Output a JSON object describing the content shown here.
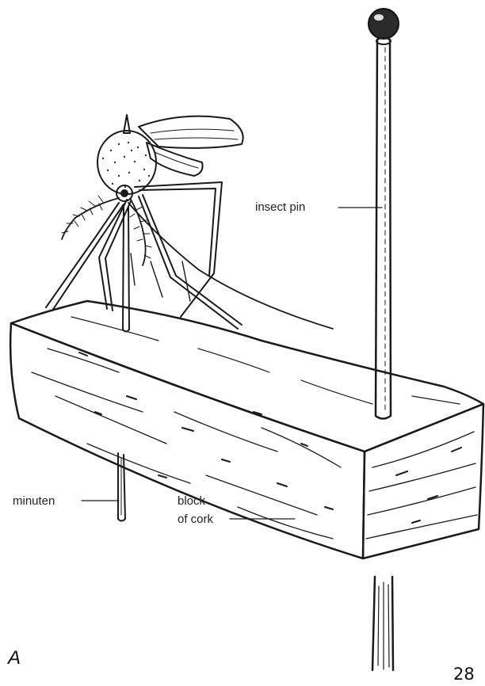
{
  "labels": {
    "insect_pin": "insect pin",
    "minuten": "minuten",
    "block_line1": "block",
    "block_line2": "of cork"
  },
  "panel_letter": "A",
  "page_number": "28",
  "icons": {
    "mosquito": "mosquito-illustration",
    "cork_block": "cork-block-illustration",
    "insect_pin": "insect-pin-illustration",
    "minuten_pin": "minuten-pin-illustration"
  },
  "colors": {
    "ink": "#1a1a1a",
    "paper": "#ffffff"
  }
}
